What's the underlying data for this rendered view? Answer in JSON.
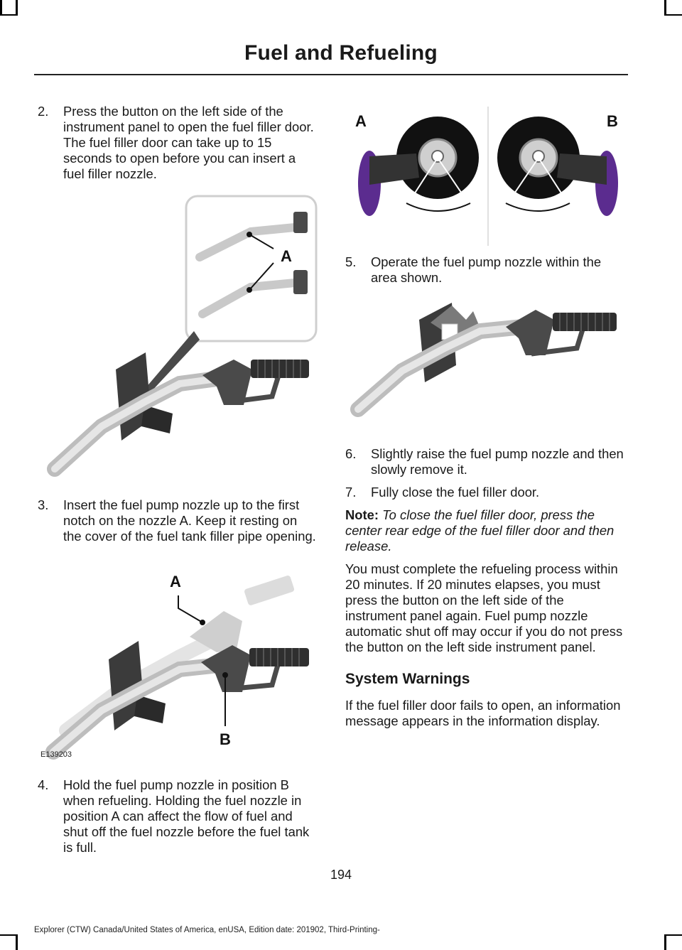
{
  "header": {
    "title": "Fuel and Refueling"
  },
  "left_column": {
    "steps": [
      {
        "number": "2.",
        "text": "Press the button on the left side of the instrument panel to open the fuel filler door. The fuel filler door can take up to 15 seconds to open before you can insert a fuel filler nozzle."
      },
      {
        "number": "3.",
        "text": "Insert the fuel pump nozzle up to the first notch on the nozzle A.  Keep it resting on the cover of the fuel tank filler pipe opening."
      },
      {
        "number": "4.",
        "text": "Hold the fuel pump nozzle in position B when refueling.  Holding the fuel nozzle in position A can affect the flow of fuel and shut off the fuel nozzle before the fuel tank is full."
      }
    ],
    "figure_1": {
      "callout": "A"
    },
    "figure_2": {
      "callout_a": "A",
      "callout_b": "B",
      "code": "E139203"
    }
  },
  "right_column": {
    "figure_3": {
      "label_a": "A",
      "label_b": "B"
    },
    "steps": [
      {
        "number": "5.",
        "text": "Operate the fuel pump nozzle within the area shown."
      },
      {
        "number": "6.",
        "text": "Slightly raise the fuel pump nozzle and then slowly remove it."
      },
      {
        "number": "7.",
        "text": "Fully close the fuel filler door."
      }
    ],
    "note": {
      "label": "Note:",
      "text": "To close the fuel filler door, press the center rear edge of the fuel filler door and then release."
    },
    "paragraph": "You must complete the refueling process within 20 minutes.  If 20 minutes elapses, you must press the button on the left side of the instrument panel again.  Fuel pump nozzle automatic shut off may occur if you do not press the button on the left side instrument panel.",
    "section": {
      "heading": "System Warnings",
      "text": "If the fuel filler door fails to open, an information message appears in the information display."
    }
  },
  "page_number": "194",
  "footer": "Explorer (CTW) Canada/United States of America, enUSA, Edition date: 201902, Third-Printing-"
}
